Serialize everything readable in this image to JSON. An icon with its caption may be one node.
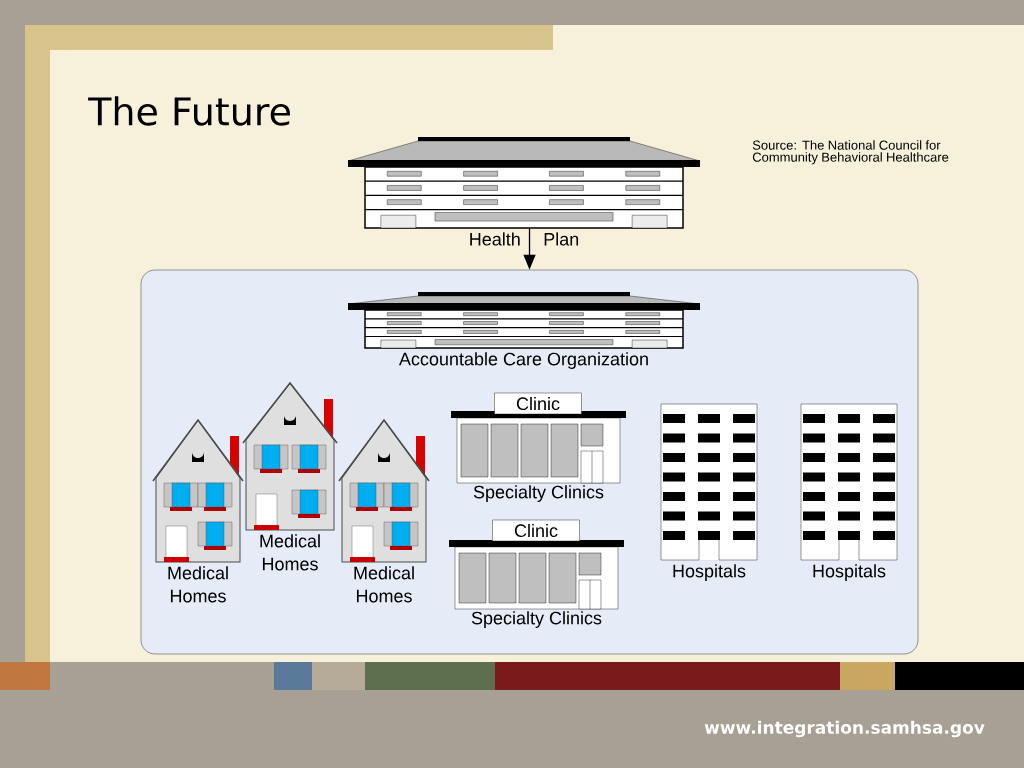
{
  "diagram": {
    "title": "The Future",
    "nodes": [
      {
        "text": [
          "Health",
          "Plan"
        ]
      },
      {
        "text": [],
        "shape": "box"
      },
      {
        "text": [
          "Accountable Care Organization"
        ],
        "in": 1
      },
      {
        "text": [
          "Medical Homes"
        ],
        "in": 1
      },
      {
        "text": [
          "Medical Homes"
        ],
        "in": 1
      },
      {
        "text": [
          "Medical Homes"
        ],
        "in": 1
      },
      {
        "text": [
          "Clinic",
          "Specialty Clinics"
        ],
        "in": 1
      },
      {
        "text": [
          "Clinic",
          "Specialty Clinics"
        ],
        "in": 1
      },
      {
        "text": [
          "Hospitals"
        ],
        "in": 1
      },
      {
        "text": [
          "Hospitals"
        ],
        "in": 1
      }
    ],
    "edges": [
      {
        "from": 0,
        "to": 1,
        "arrow": "to"
      }
    ],
    "labels": [
      "Source: The National Council for Community Behavioral Healthcare",
      "www.integration.samhsa.gov"
    ]
  }
}
